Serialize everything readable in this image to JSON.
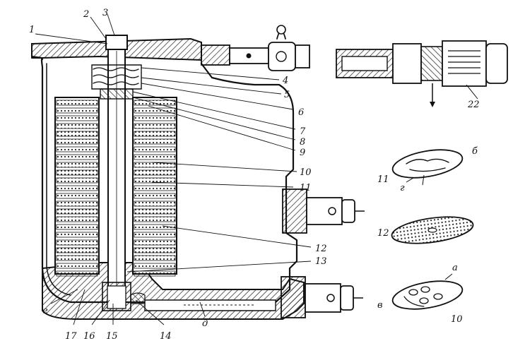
{
  "figure": {
    "callouts": [
      "1",
      "2",
      "3",
      "4",
      "5",
      "6",
      "7",
      "8",
      "9",
      "10",
      "11",
      "12",
      "13",
      "14",
      "15",
      "16",
      "17",
      "22"
    ],
    "letters": [
      "б",
      "г",
      "12",
      "а",
      "в",
      "10",
      "е",
      "д",
      "11"
    ]
  },
  "colors": {
    "ink": "#111111",
    "paper": "#ffffff",
    "hatch": "#222222"
  }
}
